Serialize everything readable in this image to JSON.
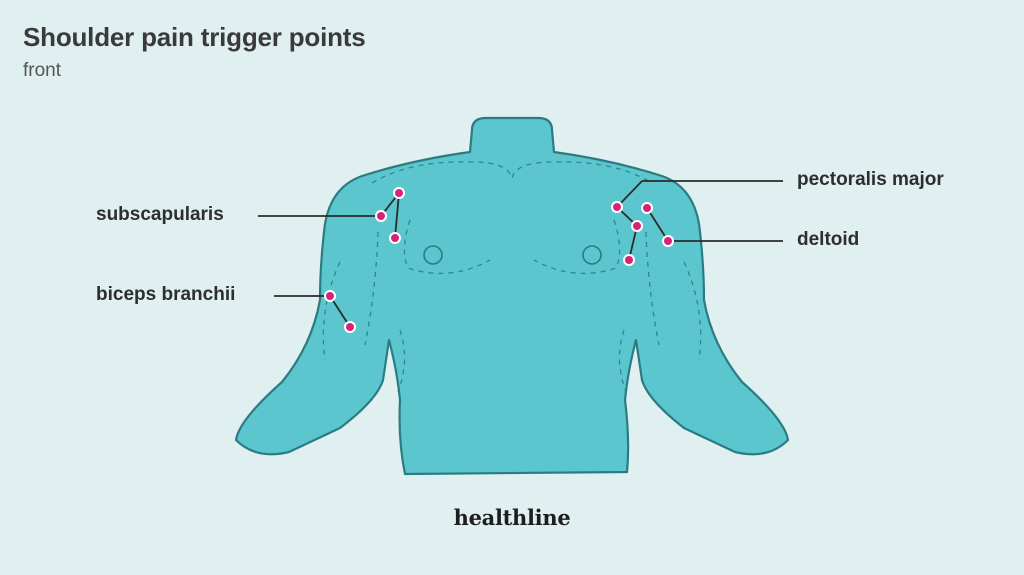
{
  "header": {
    "title": "Shoulder pain trigger points",
    "subtitle": "front"
  },
  "labels": {
    "subscapularis": "subscapularis",
    "biceps": "biceps branchii",
    "pectoralis": "pectoralis major",
    "deltoid": "deltoid"
  },
  "brand": "healthline",
  "colors": {
    "background": "#e0eff0",
    "body_fill": "#5cc6ce",
    "body_outline": "#2a7c82",
    "trigger_point": "#d6237a",
    "leader_line": "#2b2b2b"
  }
}
